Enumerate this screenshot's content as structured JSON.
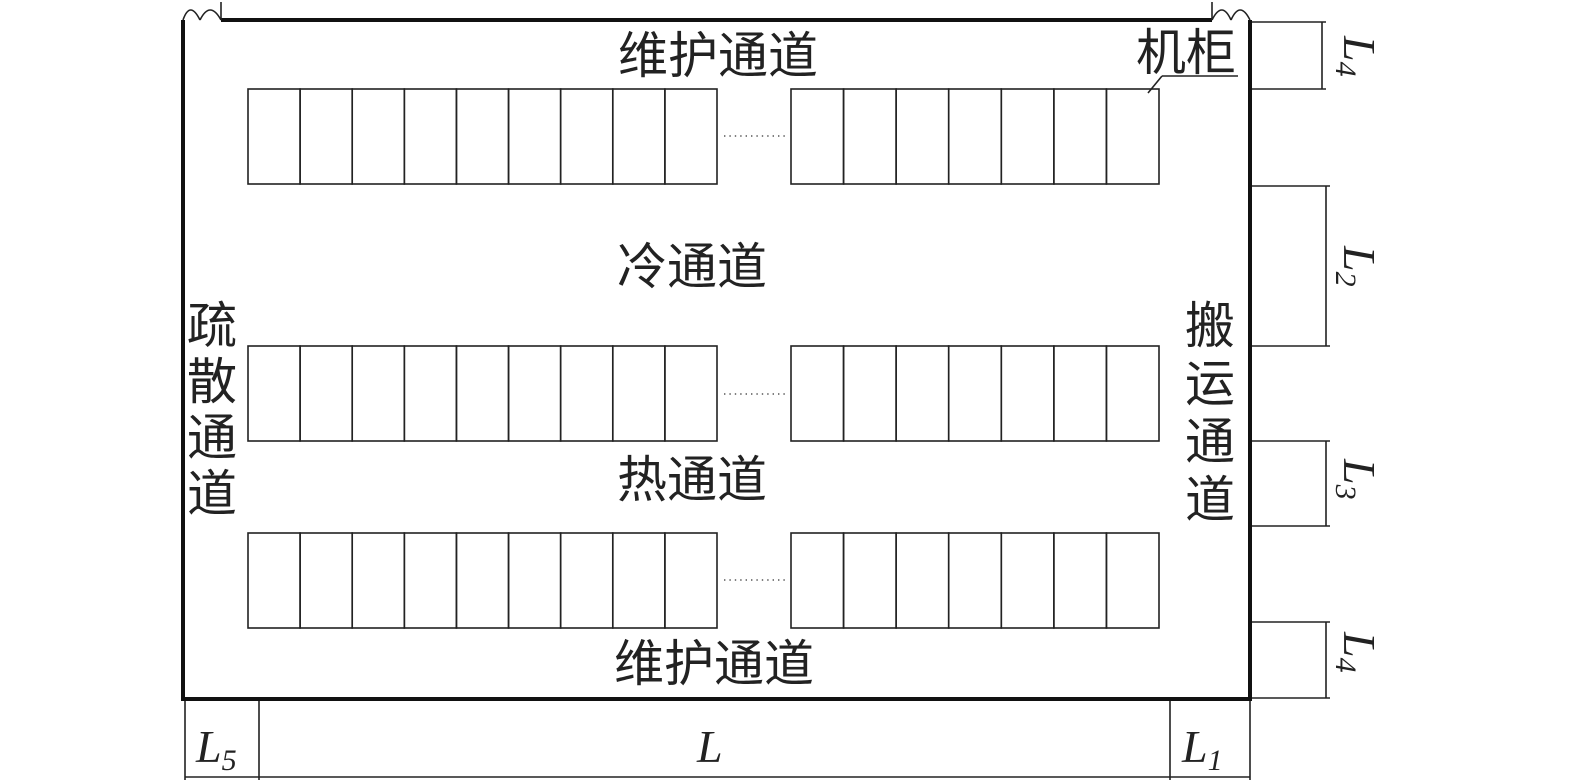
{
  "labels": {
    "maintenance_top": "维护通道",
    "maintenance_bottom": "维护通道",
    "cabinet": "机柜",
    "cold_aisle": "冷通道",
    "hot_aisle": "热通道",
    "evacuation": "疏散通道",
    "transport": "搬运通道"
  },
  "dimensions": {
    "L": {
      "main": "L",
      "sub": ""
    },
    "L1": {
      "main": "L",
      "sub": "1"
    },
    "L2": {
      "main": "L",
      "sub": "2"
    },
    "L3": {
      "main": "L",
      "sub": "3"
    },
    "L4_top": {
      "main": "L",
      "sub": "4"
    },
    "L4_bottom": {
      "main": "L",
      "sub": "4"
    },
    "L5": {
      "main": "L",
      "sub": "5"
    }
  },
  "rack_rows": [
    {
      "name": "rack-row-1",
      "left_cells": 9,
      "right_cells": 7
    },
    {
      "name": "rack-row-2",
      "left_cells": 9,
      "right_cells": 7
    },
    {
      "name": "rack-row-3",
      "left_cells": 9,
      "right_cells": 7
    }
  ],
  "colors": {
    "line": "#222222",
    "background": "#ffffff"
  }
}
